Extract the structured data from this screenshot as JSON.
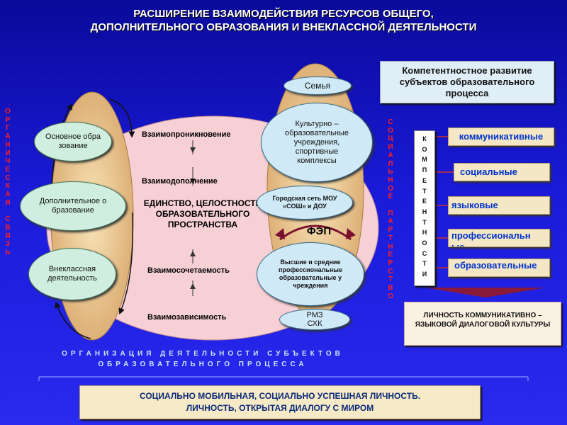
{
  "title": {
    "line1": "РАСШИРЕНИЕ  ВЗАИМОДЕЙСТВИЯ  РЕСУРСОВ  ОБЩЕГО,",
    "line2": "ДОПОЛНИТЕЛЬНОГО  ОБРАЗОВАНИЯ  И  ВНЕКЛАССНОЙ ДЕЯТЕЛЬНОСТИ"
  },
  "left_vertical": "ОРГАНИЧЕСКАЯ СВЯЗЬ",
  "right_vertical": "СОЦИАЛЬНОЕ ПАРТНЕРСТВО",
  "left_nodes": [
    "Основное образование",
    "Дополнительное образование",
    "Внеклассная деятельность"
  ],
  "center": {
    "labels": [
      "Взаимопроникновение",
      "Взаимодополнение",
      "Взаимосочетаемость",
      "Взаимозависимость"
    ],
    "unity": "ЕДИНСТВО, ЦЕЛОСТНОСТЬ ОБРАЗОВАТЕЛЬНОГО ПРОСТРАНСТВА"
  },
  "right_nodes": {
    "family": "Семья",
    "culture": "Культурно – образовательные учреждения, спортивные комплексы",
    "city_net": "Городская сеть МОУ «СОШ» и ДОУ",
    "fep": "ФЭП",
    "higher": "Высшие и средние профессиональные образовательные учреждения",
    "rmz": "РМЗ СХК"
  },
  "competence": {
    "header": "Компетентностное развитие субъектов образовательного процесса",
    "vertical_word": "КОМПЕТЕНТНОСТИ",
    "items": [
      "коммуникативные",
      "социальные",
      "языковые",
      "профессиональные",
      "образовательные"
    ],
    "result": "ЛИЧНОСТЬ КОММУНИКАТИВНО – ЯЗЫКОВОЙ ДИАЛОГОВОЙ КУЛЬТУРЫ"
  },
  "bottom_caption": {
    "line1": "ОРГАНИЗАЦИЯ  ДЕЯТЕЛЬНОСТИ  СУБЪЕКТОВ",
    "line2": "ОБРАЗОВАТЕЛЬНОГО  ПРОЦЕССА"
  },
  "footer": {
    "line1": "СОЦИАЛЬНО  МОБИЛЬНАЯ, СОЦИАЛЬНО  УСПЕШНАЯ ЛИЧНОСТЬ.",
    "line2": "ЛИЧНОСТЬ, ОТКРЫТАЯ  ДИАЛОГУ  С  МИРОМ"
  },
  "colors": {
    "background": "#1a1ad8",
    "ellipse_fill": "#f7d0d6",
    "outer_oval": "#e9c98c",
    "accent_red": "#ff2020",
    "competence_blue": "#0033cc",
    "arrow_maroon": "#7a1030"
  }
}
